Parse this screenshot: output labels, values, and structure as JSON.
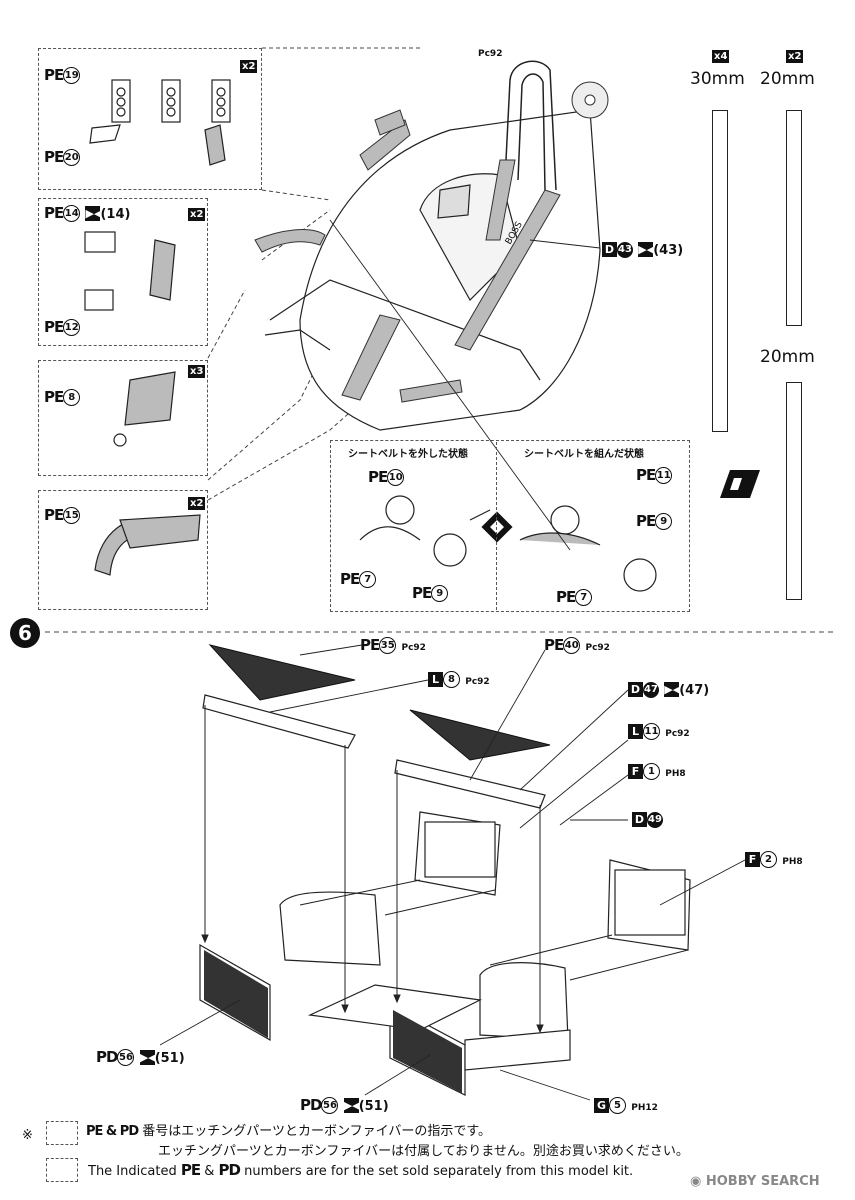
{
  "step": {
    "number": "6"
  },
  "labels": {
    "pe19": {
      "prefix": "PE",
      "num": "19"
    },
    "pe20": {
      "prefix": "PE",
      "num": "20"
    },
    "pe14": {
      "prefix": "PE",
      "num": "14",
      "alt": "(14)"
    },
    "pe12": {
      "prefix": "PE",
      "num": "12"
    },
    "pe8": {
      "prefix": "PE",
      "num": "8"
    },
    "pe15": {
      "prefix": "PE",
      "num": "15"
    },
    "pc92_top": {
      "text": "Pc92"
    },
    "d43": {
      "prefix": "D",
      "num": "43",
      "alt": "(43)"
    },
    "pe10": {
      "prefix": "PE",
      "num": "10"
    },
    "pe7a": {
      "prefix": "PE",
      "num": "7"
    },
    "pe9a": {
      "prefix": "PE",
      "num": "9"
    },
    "pe11": {
      "prefix": "PE",
      "num": "11"
    },
    "pe9b": {
      "prefix": "PE",
      "num": "9"
    },
    "pe7b": {
      "prefix": "PE",
      "num": "7"
    },
    "pe35": {
      "prefix": "PE",
      "num": "35",
      "suffix": "Pc92"
    },
    "pe40": {
      "prefix": "PE",
      "num": "40",
      "suffix": "Pc92"
    },
    "l8": {
      "prefix": "L",
      "num": "8",
      "suffix": "Pc92"
    },
    "d47": {
      "prefix": "D",
      "num": "47",
      "alt": "(47)"
    },
    "l11": {
      "prefix": "L",
      "num": "11",
      "suffix": "Pc92"
    },
    "f1": {
      "prefix": "F",
      "num": "1",
      "suffix": "PH8"
    },
    "d49": {
      "prefix": "D",
      "num": "49"
    },
    "f2": {
      "prefix": "F",
      "num": "2",
      "suffix": "PH8"
    },
    "pd56a": {
      "prefix": "PD",
      "num": "56",
      "alt": "(51)"
    },
    "pd56b": {
      "prefix": "PD",
      "num": "56",
      "alt": "(51)"
    },
    "g5": {
      "prefix": "G",
      "num": "5",
      "suffix": "PH12"
    }
  },
  "multipliers": {
    "box1": "x2",
    "box2": "x2",
    "box3": "x3",
    "box4": "x2",
    "tube30": "x4",
    "tube20": "x2"
  },
  "tubes": {
    "t30": "30mm",
    "t20a": "20mm",
    "t20b": "20mm"
  },
  "belt_states": {
    "unbuckled": "シートベルトを外した状態",
    "buckled": "シートベルトを組んだ状態"
  },
  "brand": {
    "text": "BOSS"
  },
  "footer": {
    "asterisk": "※",
    "line1_pre": "PE & PD",
    "line1": " 番号はエッチングパーツとカーボンファイバーの指示です。",
    "line2": "エッチングパーツとカーボンファイバーは付属しておりません。別途お買い求めください。",
    "line3_pre": "The Indicated",
    "line3_mid1": "PE",
    "line3_amp": " & ",
    "line3_mid2": "PD",
    "line3": " numbers are for the set sold separately from this model kit."
  },
  "watermark": {
    "text": "HOBBY SEARCH"
  }
}
